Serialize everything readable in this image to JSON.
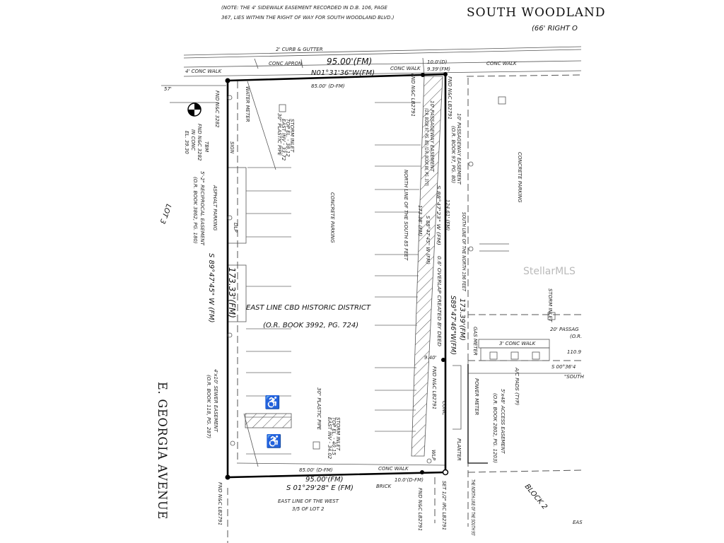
{
  "title": {
    "street_top": "SOUTH WOODLAND",
    "row_top": "(66' RIGHT O",
    "street_left": "E. GEORGIA AVENUE"
  },
  "note": {
    "line1": "(NOTE:  THE 4' SIDEWALK EASEMENT RECORDED IN D.B. 106, PAGE",
    "line2": "367, LIES WITHIN THE RIGHT OF WAY FOR SOUTH WOODLAND BLVD.)"
  },
  "watermark": "StellarMLS",
  "labels": {
    "curb": "2' CURB & GUTTER",
    "top_dist_fm": "95.00'(FM)",
    "top_10d": "10.0'(D)",
    "top_939": "9.39'(FM)",
    "conc_apron": "CONC APRON",
    "conc_walk_top": "CONC WALK",
    "conc_walk_right": "CONC WALK",
    "conc_walk_4": "4' CONC WALK",
    "top_bearing": "N01°31'36\"W(FM)",
    "top_85": "85.00' (D-FM)",
    "dim_57": "57'",
    "fnd_3282": "FND N&C 3282",
    "tbm": "TBM",
    "tbm_fnd": "FND N&C 3282",
    "tbm_in": "IN CONC",
    "tbm_el": "EL. 39.30",
    "recip_easement": "5'-2\" RECIPROCAL EASEMENT",
    "recip_book": "(O.R. BOOK 3862, PG. 180)",
    "asphalt": "ASPHALT PARKING",
    "left_bearing": "S 89°47'45\" W (FM)",
    "left_dist": "173.33'(FM)",
    "lot3": "LOT 3",
    "cbd": "EAST LINE CBD HISTORIC DISTRICT",
    "cbd_book": "(O.R. BOOK 3992, PG. 724)",
    "concrete_parking": "CONCRETE PARKING",
    "concrete_parking_r": "CONCRETE PARKING",
    "pipe_top": "30\" PLASTIC PIPE",
    "storm_top": "STORM INLET",
    "storm_top_el": "TOP EL. - 38.12",
    "storm_top_inv": "EAST INV - 33.72",
    "fnd_lb_top1": "FND N&C LB2791",
    "fnd_lb_top2": "FND N&C LB2791",
    "pass_ease_in": "10' PASSAGEWAY EASEMENT",
    "pass_ease_in_book": "(O.R. BOOK 97, PG. 80) (O.R. BOOK 86, PG. 377)",
    "pass_ease_out": "10' PASSAGEWAY EASEMENT",
    "pass_ease_out_book": "(O.R. BOOK 97, PG. 80)",
    "north_line_85": "NORTH LINE OF THE SOUTH 85 FEET",
    "b_88_23": "S 88°47'23\" W (FM)",
    "b_88_45": "S 88°47'45\" W (FM)",
    "d_17338": "173.38' (FM)",
    "d_12461": "124.61' (FM)",
    "overlap": "0.6' OVERLAP CREATED BY DEED",
    "south_line_196": "SOUTH LINE OF THE NORTH 196 FEET",
    "d_17339": "173.39'(FM)",
    "b_89_46": "S89°47'46\"W(FM)",
    "d_940": "9.40'",
    "fnd_lb_mid": "FND N&C LB2791",
    "passage_20": "20' PASSAG",
    "passage_20_book": "(O.R.",
    "conc_walk_3": "3' CONC WALK",
    "d_1109": "110.9",
    "b_00_36": "S 00°36'4",
    "south_q": "\"SOUTH",
    "access_ease": "5'x48' ACCESS EASEMENT",
    "access_book": "(O.R. BOOK 2802, PG. 1203)",
    "ac_pads": "A/C PADS (TYP)",
    "power_meter": "POWER METER",
    "gas_meter": "GAS METER",
    "storm_inlet_r": "STORM INLET",
    "planter": "PLANTER",
    "conc": "CONC",
    "block2": "BLOCK 2",
    "eas": "EAS",
    "sewer_ease": "4'x10' SEWER EASEMENT",
    "sewer_book": "(O.R. BOOK 118, PG. 287)",
    "pipe_bot": "30\" PLASTIC PIPE",
    "storm_bot": "STORM INLET",
    "storm_bot_el": "TOP EL. - 40.15",
    "storm_bot_inv": "EAST INV - 34.02",
    "bot_85": "85.00' (D-FM)",
    "conc_walk_bot": "CONC WALK",
    "bot_95": "95.00'(FM)",
    "bot_bearing": "S 01°29'28\" E (FM)",
    "brick": "BRICK",
    "bot_10": "10.0'(D-FM)",
    "east_line_west": "EAST LINE OF THE WEST",
    "lot2": "3/5 OF LOT 2",
    "fnd_lb_bl": "FND N&C LB2791",
    "fnd_lb_br": "FND N&C LB2791",
    "set_irc": "SET 1/2\" IRC LB2791",
    "north_line_95": "THE NORTH LINE OF THE SOUTH 95'",
    "water_meter": "WATER METER",
    "sign": "SIGN",
    "dlp": "DLP",
    "wlp": "WLP"
  },
  "colors": {
    "line": "#000000",
    "watermark": "#aaaaaa"
  }
}
